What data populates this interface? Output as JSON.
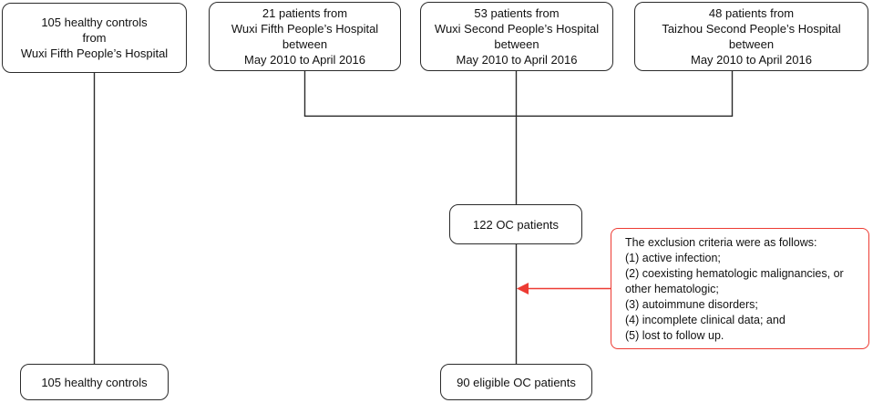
{
  "figure": {
    "type": "study-flow-diagram"
  },
  "colors": {
    "line": "#2b2b2b",
    "accent_red": "#ed3b33",
    "text": "#111111",
    "background": "#ffffff"
  },
  "nodes": {
    "healthy_source": {
      "text": "105 healthy controls\nfrom\nWuxi Fifth People’s Hospital"
    },
    "wuxi_fifth": {
      "text": "21 patients from\nWuxi Fifth People’s Hospital\nbetween\nMay 2010 to April 2016"
    },
    "wuxi_second": {
      "text": "53 patients from\nWuxi Second People’s Hospital\nbetween\nMay 2010 to April 2016"
    },
    "taizhou_second": {
      "text": "48 patients from\nTaizhou Second People’s Hospital\nbetween\nMay 2010 to April 2016"
    },
    "oc_patients": {
      "text": "122 OC patients"
    },
    "exclusion": {
      "text": "The exclusion criteria were as follows:\n(1) active infection;\n(2) coexisting hematologic malignancies, or\nother hematologic;\n(3) autoimmune disorders;\n(4) incomplete clinical data; and\n(5) lost to follow up."
    },
    "healthy_final": {
      "text": "105 healthy controls"
    },
    "eligible": {
      "text": "90 eligible OC patients"
    }
  }
}
